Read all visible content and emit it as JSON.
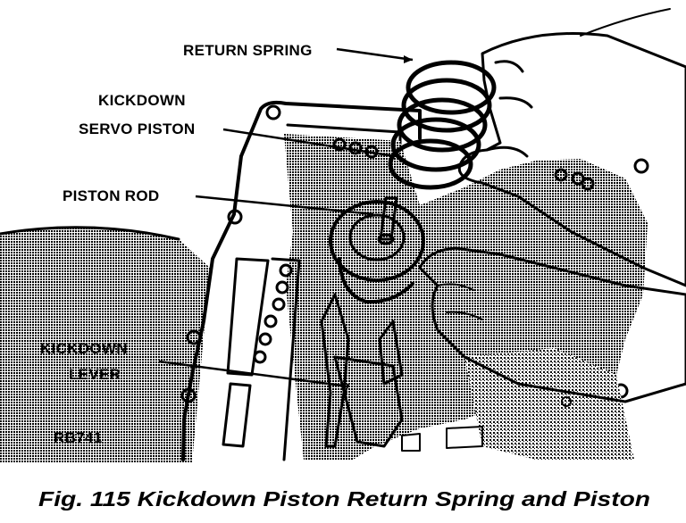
{
  "labels": {
    "return_spring": "RETURN SPRING",
    "kickdown_servo_piston_line1": "KICKDOWN",
    "kickdown_servo_piston_line2": "SERVO PISTON",
    "piston_rod": "PISTON ROD",
    "kickdown_lever_line1": "KICKDOWN",
    "kickdown_lever_line2": "LEVER",
    "figure_code": "RB741"
  },
  "caption": "Fig. 115 Kickdown Piston Return Spring and Piston"
}
